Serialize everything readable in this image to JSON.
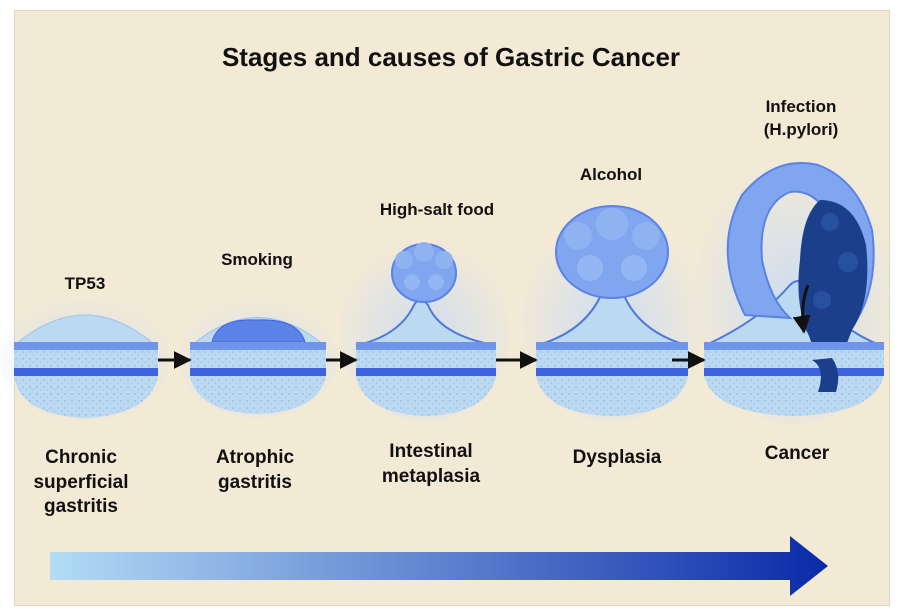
{
  "title": "Stages and causes of Gastric Cancer",
  "stages": [
    {
      "cause": "TP53",
      "label": "Chronic superficial gastritis"
    },
    {
      "cause": "Smoking",
      "label": "Atrophic gastritis"
    },
    {
      "cause": "High-salt food",
      "label": "Intestinal metaplasia"
    },
    {
      "cause": "Alcohol",
      "label": "Dysplasia"
    },
    {
      "cause": "Infection (H.pylori)",
      "label": "Cancer"
    }
  ],
  "colors": {
    "background": "#f3ead6",
    "tissue_light": "#bcd9f2",
    "tissue_mid": "#6f95ea",
    "band_dark": "#3f63e0",
    "tumor": "#1b3f8a",
    "arrow_start": "#b3dcf6",
    "arrow_end": "#0a2aa8"
  }
}
